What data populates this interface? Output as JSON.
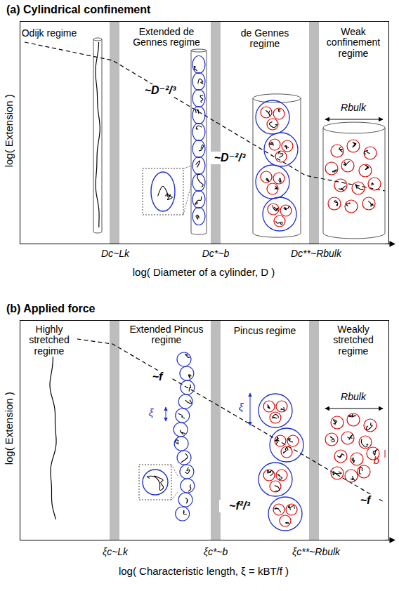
{
  "diagram": {
    "nodes": [
      {
        "text": [
          "(a) Cylindrical confinement"
        ]
      },
      {
        "text": [
          "(b) Applied force"
        ]
      }
    ],
    "labels": [
      "log( Extension )",
      "Odijk regime",
      "Extended de Gennes regime",
      "de Gennes regime",
      "Weak confinement regime",
      "~D⁻²/³",
      "Rbulk",
      "~D⁻²/³",
      "Dc~Lk",
      "Dc*~b",
      "Dc**~Rbulk",
      "log( Diameter of a cylinder, D )",
      "log( Extension )",
      "Highly stretched regime",
      "Extended Pincus regime",
      "Pincus regime",
      "Weakly stretched regime",
      "ξ",
      "~f",
      "ξ",
      "Rbulk",
      "~f²/³",
      "b",
      "~f",
      "ξc~Lk",
      "ξc*~b",
      "ξc**~Rbulk",
      "log( Characteristic length, ξ = kBT/f )"
    ]
  }
}
